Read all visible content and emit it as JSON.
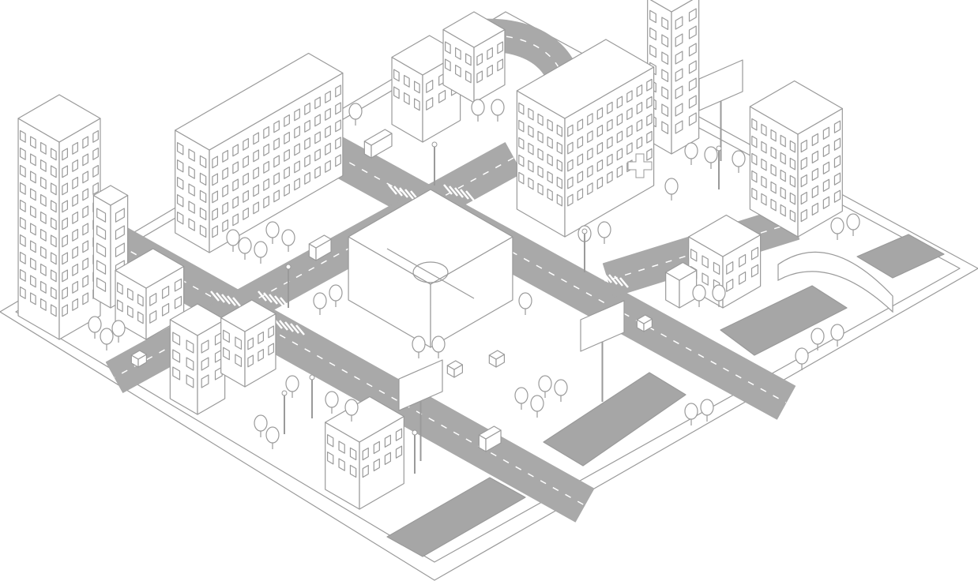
{
  "colors": {
    "background": "#ffffff",
    "line": "#9a9a9a",
    "road": "#a9a9a9",
    "water": "#a6a6a6",
    "building_fill": "#ffffff",
    "road_marking": "#ffffff"
  },
  "scene": {
    "style": "isometric line-art city",
    "elements": [
      "stadium",
      "hospital",
      "office-buildings",
      "towers",
      "bridge",
      "park",
      "parking-lot",
      "billboards",
      "vehicles",
      "trees",
      "crosswalks"
    ]
  }
}
